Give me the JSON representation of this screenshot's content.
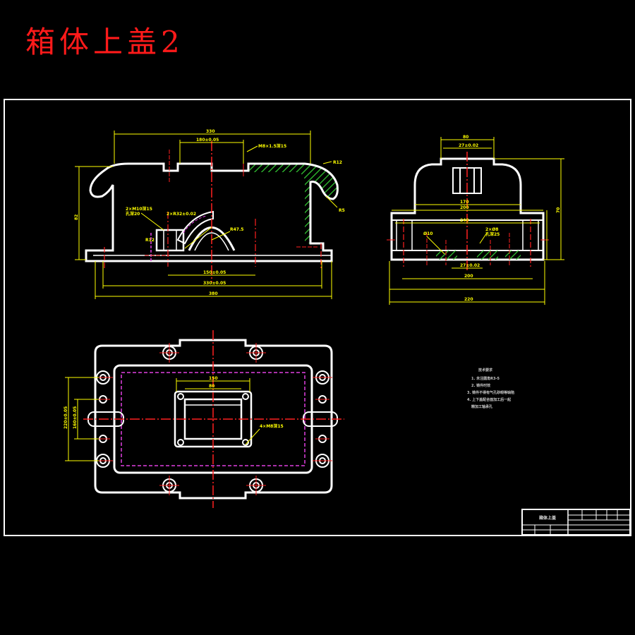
{
  "title": "箱体上盖2",
  "colors": {
    "outline": "#ffffff",
    "dimension": "#ffff00",
    "centerline": "#ff2020",
    "hatch": "#33cc33",
    "hidden": "#e040e0",
    "title_text": "#ff1a1a"
  },
  "front_view": {
    "dims": {
      "top_overall": "330",
      "top_slot": "180±0.05",
      "leader_top": "M8×1.5深15",
      "r_right": "R12",
      "r_lower": "R5",
      "height_left": "82",
      "boss_note_1": "2×M10深15",
      "boss_note_2": "孔深20",
      "bore_note": "2×R32±0.02",
      "hole_side": "R12",
      "arc_note": "R47.5",
      "bottom_1": "150±0.05",
      "bottom_2": "330±0.05",
      "bottom_3": "380"
    }
  },
  "side_view": {
    "dims": {
      "top": "80",
      "top_tol": "27±0.02",
      "mid": "170",
      "mid2": "200",
      "mid3": "240",
      "height": "70",
      "note_left": "Ø10",
      "note_right_1": "2×Ø8",
      "note_right_2": "孔深25",
      "bot_tol": "27±0.02",
      "bot_1": "200",
      "bot_2": "220"
    }
  },
  "top_view": {
    "dims": {
      "inner_1": "150",
      "inner_2": "80",
      "left_1": "220±0.05",
      "left_2": "160±0.05",
      "leader": "4×M8深15"
    }
  },
  "tech_notes": [
    "技术要求",
    "1. 未注圆角R3-5",
    "2. 铸件时效",
    "3. 铸件不得有气孔砂眼等缺陷",
    "4. 上下盖配合面加工后一起",
    "精加工轴承孔"
  ],
  "title_block": {
    "part_name": "箱体上盖"
  }
}
